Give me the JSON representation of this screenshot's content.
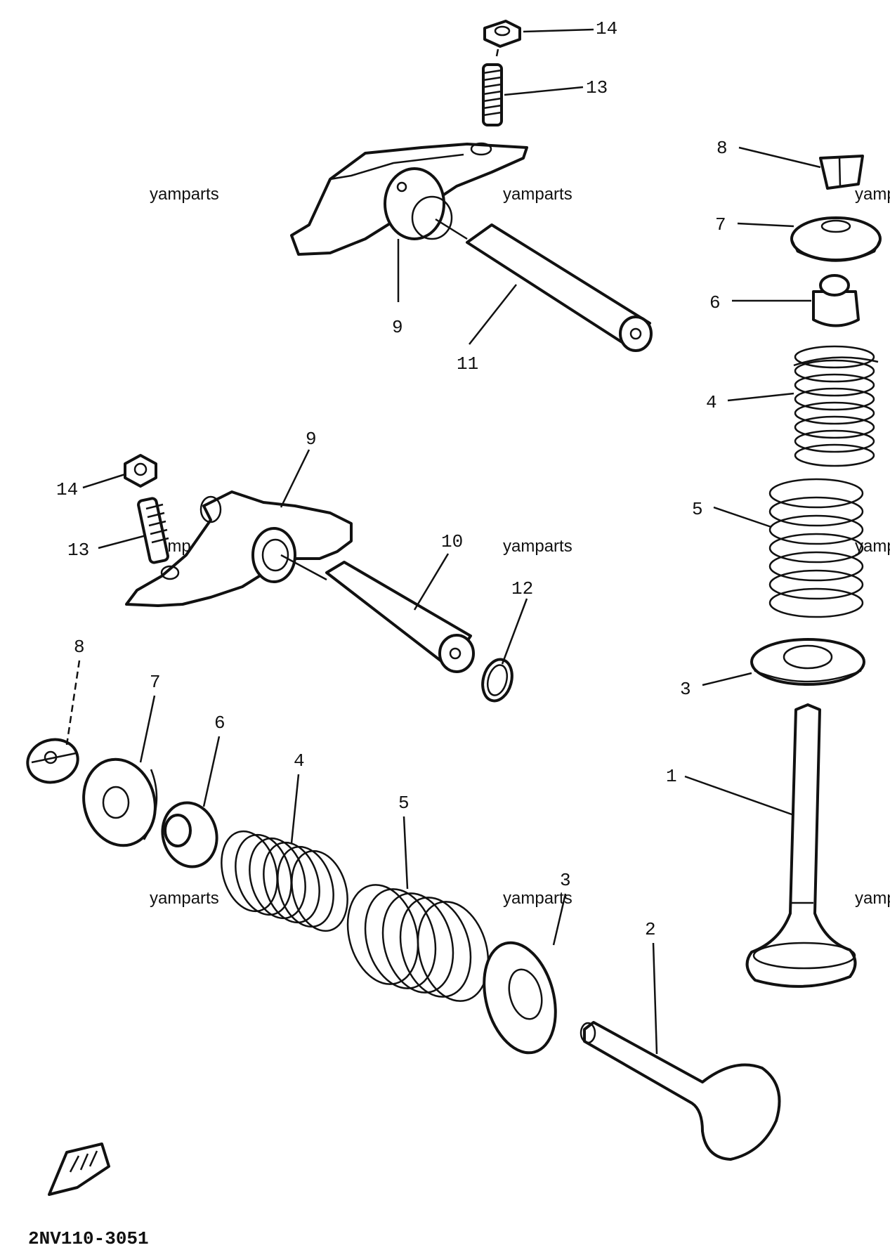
{
  "watermark": "yamparts",
  "diagram_code": "2NV110-3051",
  "callouts": {
    "upper_rocker": {
      "nut": "14",
      "adjuster": "13",
      "arm": "9",
      "shaft": "11"
    },
    "lower_rocker": {
      "nut": "14",
      "adjuster": "13",
      "arm": "9",
      "shaft": "10",
      "clip": "12"
    },
    "right_stack": {
      "cotter": "8",
      "retainer": "7",
      "seat": "6",
      "inner_spring": "4",
      "outer_spring": "5",
      "lower_seat": "3",
      "valve": "1"
    },
    "bottom_row": {
      "cotter": "8",
      "retainer": "7",
      "seat": "6",
      "inner_spring": "4",
      "outer_spring": "5",
      "lower_seat": "3",
      "valve": "2"
    }
  },
  "icons": {
    "front_arrow": "front-direction-icon"
  }
}
